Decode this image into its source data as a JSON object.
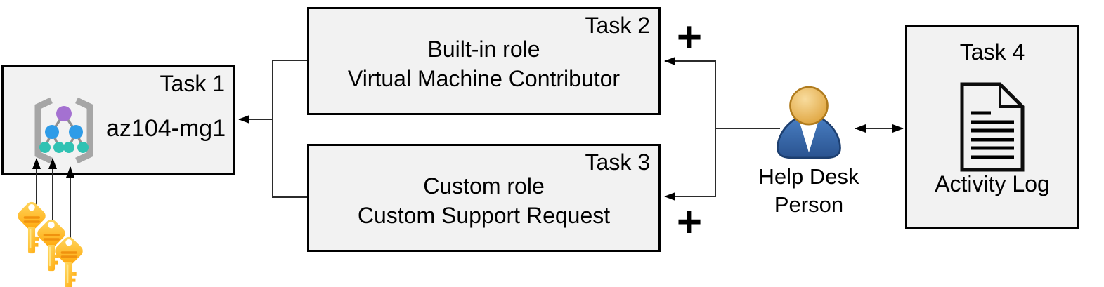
{
  "boxes": {
    "task1": {
      "label": "Task 1",
      "name": "az104-mg1"
    },
    "task2": {
      "label": "Task 2",
      "role_type": "Built-in role",
      "role_name": "Virtual Machine Contributor"
    },
    "task3": {
      "label": "Task 3",
      "role_type": "Custom role",
      "role_name": "Custom Support Request"
    },
    "task4": {
      "label": "Task 4",
      "caption": "Activity Log"
    }
  },
  "actor": {
    "line1": "Help Desk",
    "line2": "Person"
  },
  "plus": {
    "top": "+",
    "bottom": "+"
  },
  "icons": {
    "task1": "management-group-icon",
    "task4": "document-icon",
    "actor": "person-icon",
    "credentials": "key-icon",
    "assignment": "plus-sign",
    "links": "arrow-connector"
  },
  "colors": {
    "background": "#ffffff",
    "box_fill": "#f2f2f2",
    "box_border": "#000000",
    "connector": "#2b2b2b",
    "arrowhead": "#000000",
    "text": "#000000",
    "key_light": "#ffd963",
    "key_dark": "#ffa405",
    "key_stripe": "#f0920e",
    "key_highlight": "#ffe58a",
    "key_hole": "#ffffff",
    "person_head_light": "#f8dc9e",
    "person_head_dark": "#dd9f35",
    "person_head_outline": "#b07b1d",
    "person_body_light": "#4a80c4",
    "person_body_dark": "#2a5390",
    "person_body_outline": "#1d3f70",
    "person_collar": "#ffffff",
    "mg_bracket": "#a6a6a6",
    "mg_edge": "#919191",
    "mg_root": "#a471d1",
    "mg_branch": "#2e9ce8",
    "mg_leaf": "#30c2b3"
  }
}
